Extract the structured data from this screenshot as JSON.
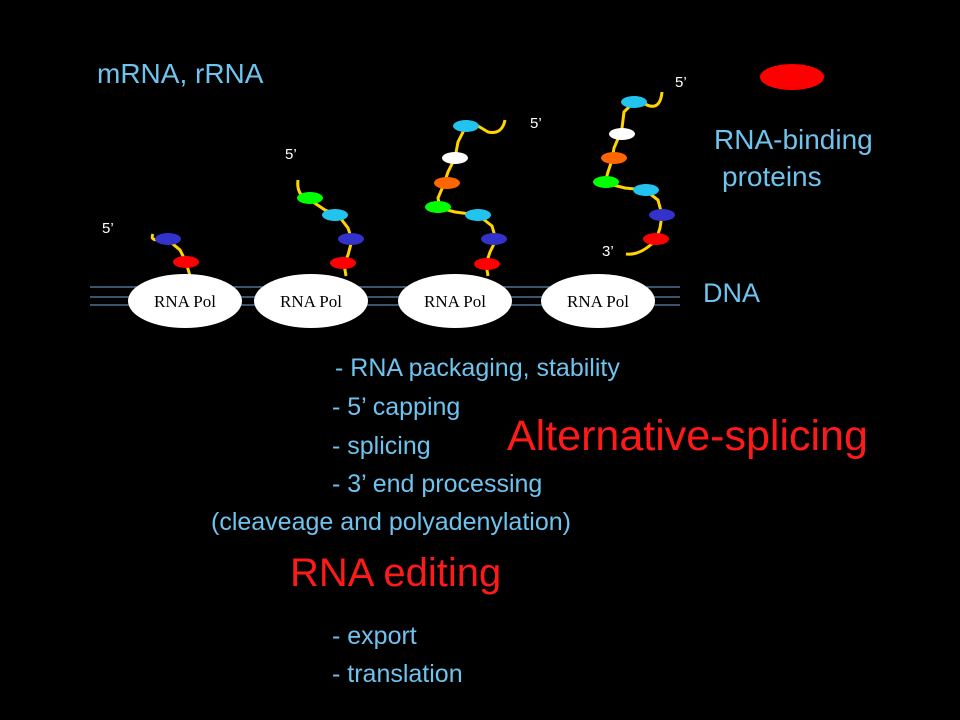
{
  "title": "mRNA, rRNA",
  "legend": {
    "label_line1": "RNA-binding",
    "label_line2": "proteins",
    "color": "#ff0000"
  },
  "dna_label": "DNA",
  "prime_labels": {
    "five": "5’",
    "three": "3’"
  },
  "polymerases": [
    "RNA Pol",
    "RNA Pol",
    "RNA Pol",
    "RNA Pol"
  ],
  "processing_list": [
    "- RNA packaging, stability",
    "- 5’ capping",
    "- splicing",
    "- 3’ end processing",
    "(cleaveage and polyadenylation)"
  ],
  "highlights": {
    "alt_splicing": "Alternative-splicing",
    "rna_editing": "RNA editing"
  },
  "final_list": [
    "- export",
    "- translation"
  ],
  "colors": {
    "background": "#000000",
    "text_blue": "#6fc3ef",
    "highlight_red": "#ff1a1a",
    "rna_strand": "#ffd400",
    "protein_red": "#ff0000",
    "protein_navy": "#3333cc",
    "protein_cyan": "#22c3ee",
    "protein_green": "#00ff00",
    "protein_orange": "#ff6600",
    "protein_white": "#ffffff"
  }
}
